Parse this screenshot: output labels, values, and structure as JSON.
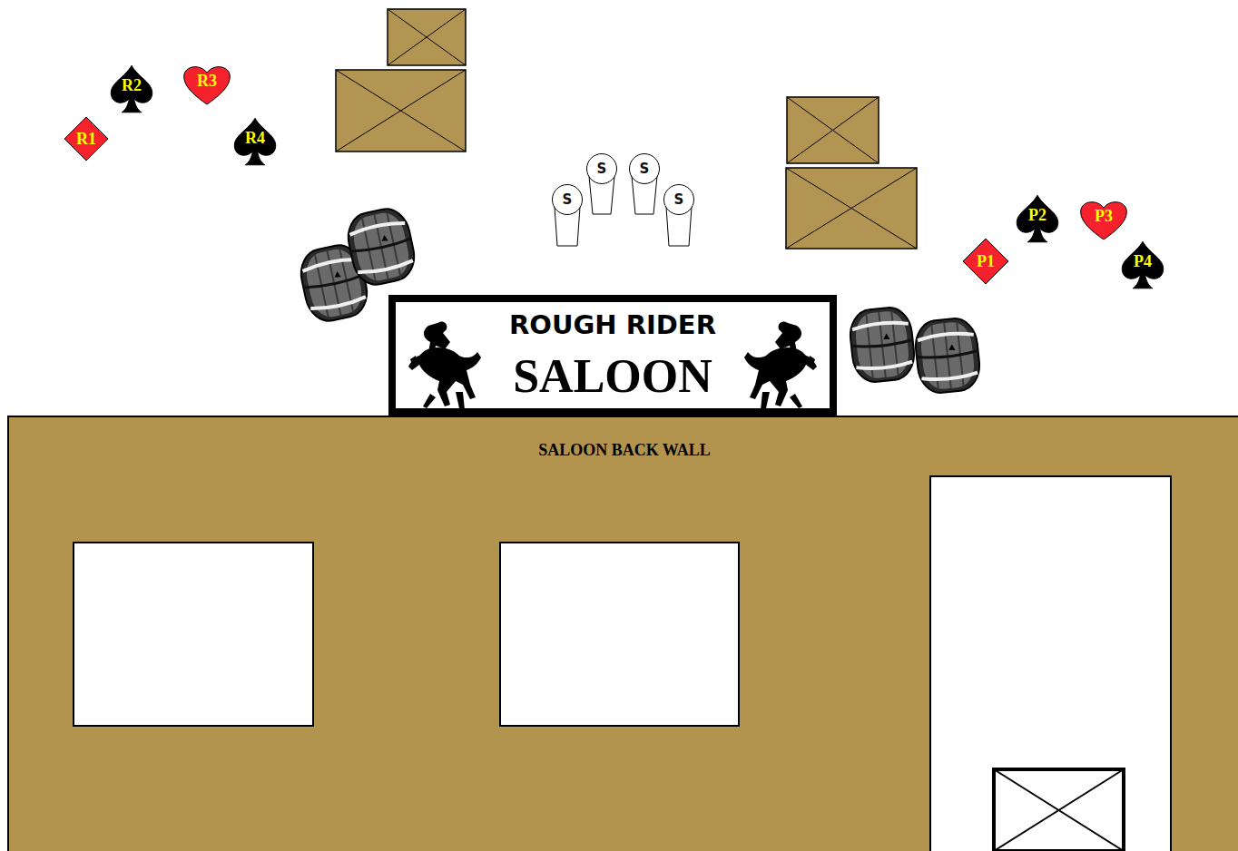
{
  "diagram": {
    "nodes": [
      {
        "text": [
          "R1"
        ]
      },
      {
        "text": [
          "R2"
        ]
      },
      {
        "text": [
          "R3"
        ]
      },
      {
        "text": [
          "R4"
        ]
      },
      {
        "text": [
          "S"
        ]
      },
      {
        "text": [
          "S"
        ]
      },
      {
        "text": [
          "S"
        ]
      },
      {
        "text": [
          "S"
        ]
      },
      {
        "text": [
          "P1"
        ]
      },
      {
        "text": [
          "P2"
        ]
      },
      {
        "text": [
          "P3"
        ]
      },
      {
        "text": [
          "P4"
        ]
      },
      {
        "text": [
          "ROUGH RIDER",
          "SALOON"
        ]
      },
      {
        "text": [
          "SALOON BACK WALL"
        ]
      }
    ]
  }
}
